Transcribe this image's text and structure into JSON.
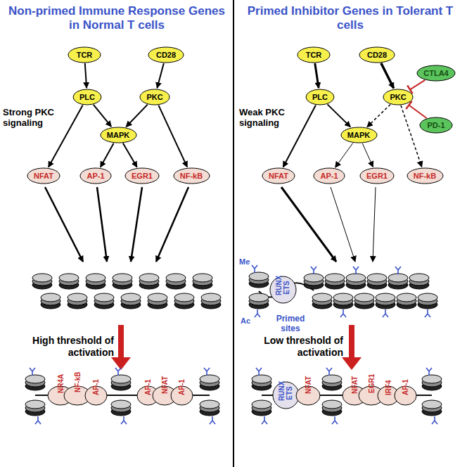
{
  "diagram": {
    "nodes": [
      {
        "text": [
          "TCR"
        ]
      },
      {
        "text": [
          "CD28"
        ]
      },
      {
        "text": [
          "PLC"
        ]
      },
      {
        "text": [
          "PKC"
        ]
      },
      {
        "text": [
          "MAPK"
        ]
      },
      {
        "text": [
          "NFAT"
        ]
      },
      {
        "text": [
          "AP-1"
        ]
      },
      {
        "text": [
          "EGR1"
        ]
      },
      {
        "text": [
          "NF-kB"
        ]
      },
      {
        "text": [
          "TCR"
        ]
      },
      {
        "text": [
          "CD28"
        ]
      },
      {
        "text": [
          "CTLA4"
        ]
      },
      {
        "text": [
          "PLC"
        ]
      },
      {
        "text": [
          "PKC"
        ]
      },
      {
        "text": [
          "PD-1"
        ]
      },
      {
        "text": [
          "MAPK"
        ]
      },
      {
        "text": [
          "NFAT"
        ]
      },
      {
        "text": [
          "AP-1"
        ]
      },
      {
        "text": [
          "EGR1"
        ]
      },
      {
        "text": [
          "NF-kB"
        ]
      },
      {
        "text": [
          "RUNX",
          "ETS"
        ]
      },
      {
        "text": [
          "NR4A"
        ]
      },
      {
        "text": [
          "NF-kB"
        ]
      },
      {
        "text": [
          "AP-1"
        ]
      },
      {
        "text": [
          "AP-1"
        ]
      },
      {
        "text": [
          "NFAT"
        ]
      },
      {
        "text": [
          "AP-1"
        ]
      },
      {
        "text": [
          "RUNX",
          "ETS"
        ]
      },
      {
        "text": [
          "NFAT"
        ]
      },
      {
        "text": [
          "NFAT"
        ]
      },
      {
        "text": [
          "EGR1"
        ]
      },
      {
        "text": [
          "IRF4"
        ]
      },
      {
        "text": [
          "AP-1"
        ]
      }
    ],
    "edges": [
      {
        "from": 0,
        "to": 2,
        "arrow": "to"
      },
      {
        "from": 1,
        "to": 3,
        "arrow": "to"
      },
      {
        "from": 2,
        "to": 4,
        "arrow": "to"
      },
      {
        "from": 3,
        "to": 4,
        "arrow": "to"
      },
      {
        "from": 2,
        "to": 5,
        "arrow": "to"
      },
      {
        "from": 4,
        "to": 6,
        "arrow": "to"
      },
      {
        "from": 4,
        "to": 7,
        "arrow": "to"
      },
      {
        "from": 3,
        "to": 8,
        "arrow": "to"
      },
      {
        "from": 9,
        "to": 12,
        "arrow": "to"
      },
      {
        "from": 10,
        "to": 13,
        "arrow": "to"
      },
      {
        "from": 11,
        "to": 13,
        "arrow": "to"
      },
      {
        "from": 14,
        "to": 13,
        "arrow": "to"
      },
      {
        "from": 12,
        "to": 16,
        "arrow": "to"
      },
      {
        "from": 12,
        "to": 15,
        "arrow": "to"
      },
      {
        "from": 13,
        "to": 15,
        "arrow": "to"
      },
      {
        "from": 13,
        "to": 19,
        "arrow": "to"
      },
      {
        "from": 15,
        "to": 17,
        "arrow": "to"
      },
      {
        "from": 15,
        "to": 18,
        "arrow": "to"
      }
    ],
    "labels": [
      "Non-primed Immune Response Genes in Normal T cells",
      "Primed Inhibitor Genes in Tolerant T cells",
      "Strong PKC signaling",
      "Weak PKC signaling",
      "Me",
      "Ac",
      "Primed sites",
      "High threshold of activation",
      "Low threshold of activation"
    ]
  }
}
